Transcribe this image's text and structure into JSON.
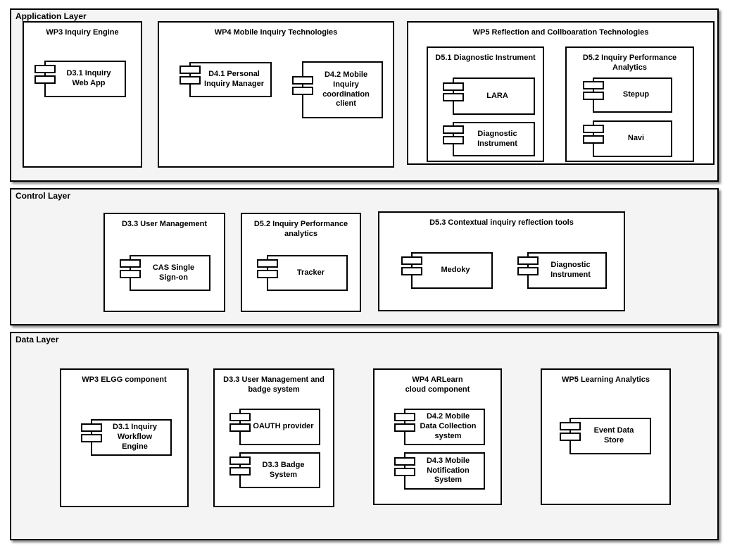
{
  "colors": {
    "layer_background": "#f4f4f4",
    "box_background": "#ffffff",
    "border": "#000000"
  },
  "layers": {
    "application": {
      "label": "Application Layer",
      "packages": {
        "wp3": {
          "title": "WP3  Inquiry Engine",
          "components": {
            "webapp": "D3.1 Inquiry\nWeb App"
          }
        },
        "wp4": {
          "title": "WP4 Mobile Inquiry Technologies",
          "components": {
            "pim": "D4.1 Personal\nInquiry Manager",
            "mcc": "D4.2 Mobile\nInquiry\ncoordination\nclient"
          }
        },
        "wp5": {
          "title": "WP5 Reflection and Collboaration Technologies",
          "subpackages": {
            "d51": {
              "title": "D5.1 Diagnostic Instrument",
              "components": {
                "lara": "LARA",
                "diagnostic": "Diagnostic\nInstrument"
              }
            },
            "d52": {
              "title": "D5.2 Inquiry Performance\nAnalytics",
              "components": {
                "stepup": "Stepup",
                "navi": "Navi"
              }
            }
          }
        }
      }
    },
    "control": {
      "label": "Control Layer",
      "packages": {
        "usermgmt": {
          "title": "D3.3 User Management",
          "components": {
            "cas": "CAS Single\nSign-on"
          }
        },
        "ipa": {
          "title": "D5.2 Inquiry Performance\nanalytics",
          "components": {
            "tracker": "Tracker"
          }
        },
        "reflection": {
          "title": "D5.3 Contextual inquiry reflection tools",
          "components": {
            "medoky": "Medoky",
            "diagnostic": "Diagnostic\nInstrument"
          }
        }
      }
    },
    "data": {
      "label": "Data Layer",
      "packages": {
        "elgg": {
          "title": "WP3 ELGG component",
          "components": {
            "workflow": "D3.1 Inquiry\nWorkflow\nEngine"
          }
        },
        "badge": {
          "title": "D3.3 User Management and\nbadge system",
          "components": {
            "oauth": "OAUTH provider",
            "badgesystem": "D3.3 Badge\nSystem"
          }
        },
        "arlearn": {
          "title": "WP4 ARLearn\ncloud component",
          "components": {
            "datacollection": "D4.2 Mobile\nData Collection\nsystem",
            "notification": "D4.3 Mobile\nNotification\nSystem"
          }
        },
        "analytics": {
          "title": "WP5 Learning Analytics",
          "components": {
            "eventstore": "Event Data\nStore"
          }
        }
      }
    }
  }
}
